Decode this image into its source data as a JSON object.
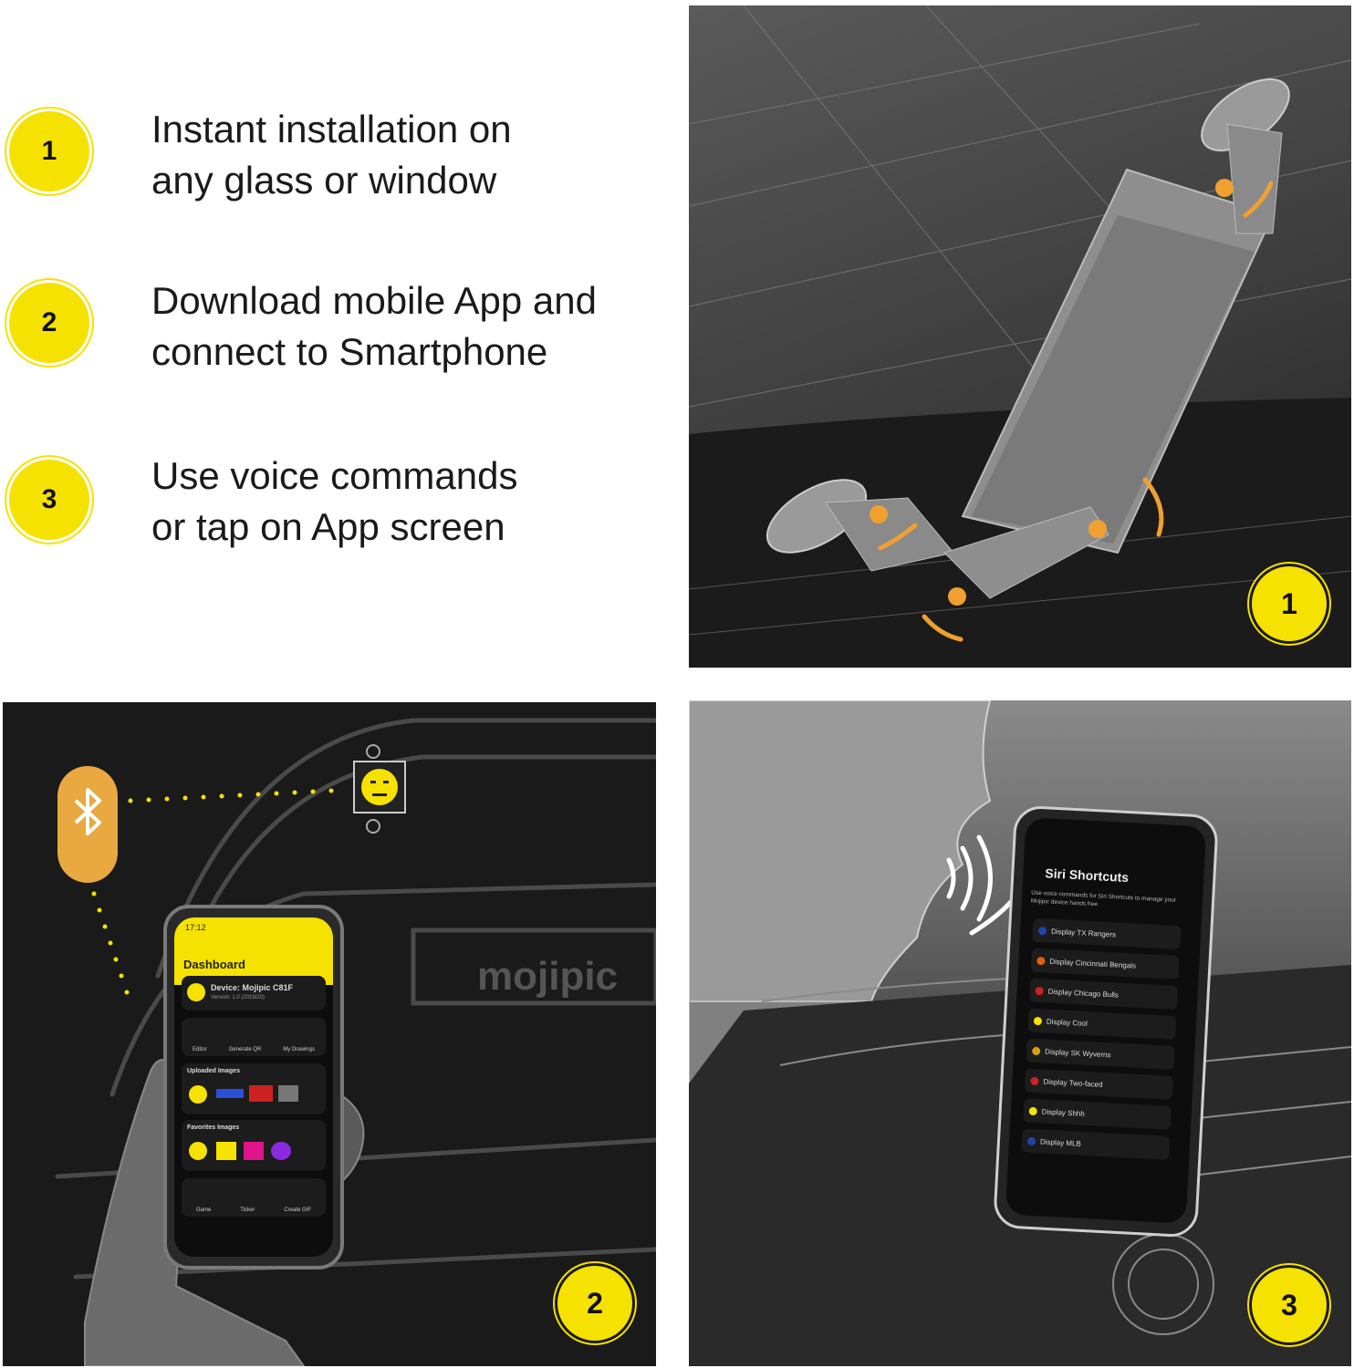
{
  "steps": [
    {
      "number": "1",
      "text": "Instant installation on\nany glass or window"
    },
    {
      "number": "2",
      "text": "Download mobile App and\nconnect to Smartphone"
    },
    {
      "number": "3",
      "text": "Use voice commands\nor tap on App screen"
    }
  ],
  "panels": {
    "mount": {
      "badge": "1"
    },
    "app": {
      "badge": "2",
      "brand": "mojipic",
      "phone": {
        "time": "17:12",
        "dashboard_title": "Dashboard",
        "device_name": "Device: Mojipic C81F",
        "device_version": "Version: 1.0 (2019/20)",
        "tools": [
          "Editor",
          "Generate QR",
          "My Drawings"
        ],
        "uploaded_title": "Uploaded Images",
        "favorites_title": "Favorites Images",
        "bottom_tools": [
          "Game",
          "Ticker",
          "Create GIF"
        ]
      }
    },
    "voice": {
      "badge": "3",
      "phone": {
        "title": "Siri Shortcuts",
        "description": "Use voice commands for Siri Shortcuts to manage your Mojipic device hands free",
        "shortcuts": [
          "Display TX Rangers",
          "Display Cincinnati Bengals",
          "Display Chicago Bulls",
          "Display Cool",
          "Display SK Wyverns",
          "Display Two-faced",
          "Display Shhh",
          "Display MLB"
        ]
      }
    }
  },
  "colors": {
    "accent": "#f5e200",
    "orange": "#f0a030",
    "bluetooth": "#e9a840"
  },
  "icons": [
    "bluetooth-icon",
    "emoji-display-icon",
    "rotate-arrow-icon"
  ]
}
